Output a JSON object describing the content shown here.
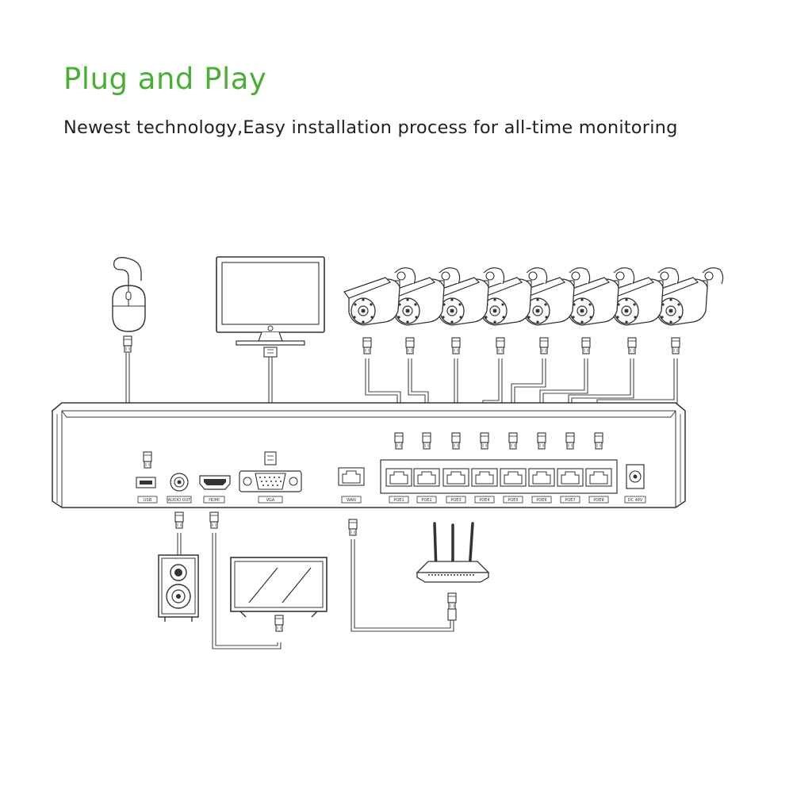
{
  "header": {
    "title": "Plug and Play",
    "subtitle": "Newest technology,Easy installation process for all-time monitoring",
    "title_color": "#4caf35"
  },
  "nvr": {
    "ports": {
      "usb": "USB",
      "audio_out": "AUDIO OUT",
      "hdmi": "HDMI",
      "vga": "VGA",
      "wan": "WAN",
      "poe": [
        "POE1",
        "POE2",
        "POE3",
        "POE4",
        "POE5",
        "POE6",
        "POE7",
        "POE8"
      ],
      "dc": "DC 48V"
    }
  },
  "devices": {
    "mouse": "mouse-icon",
    "monitor": "monitor-icon",
    "speaker": "speaker-icon",
    "tv": "tv-icon",
    "router": "router-icon",
    "cameras": 8
  }
}
